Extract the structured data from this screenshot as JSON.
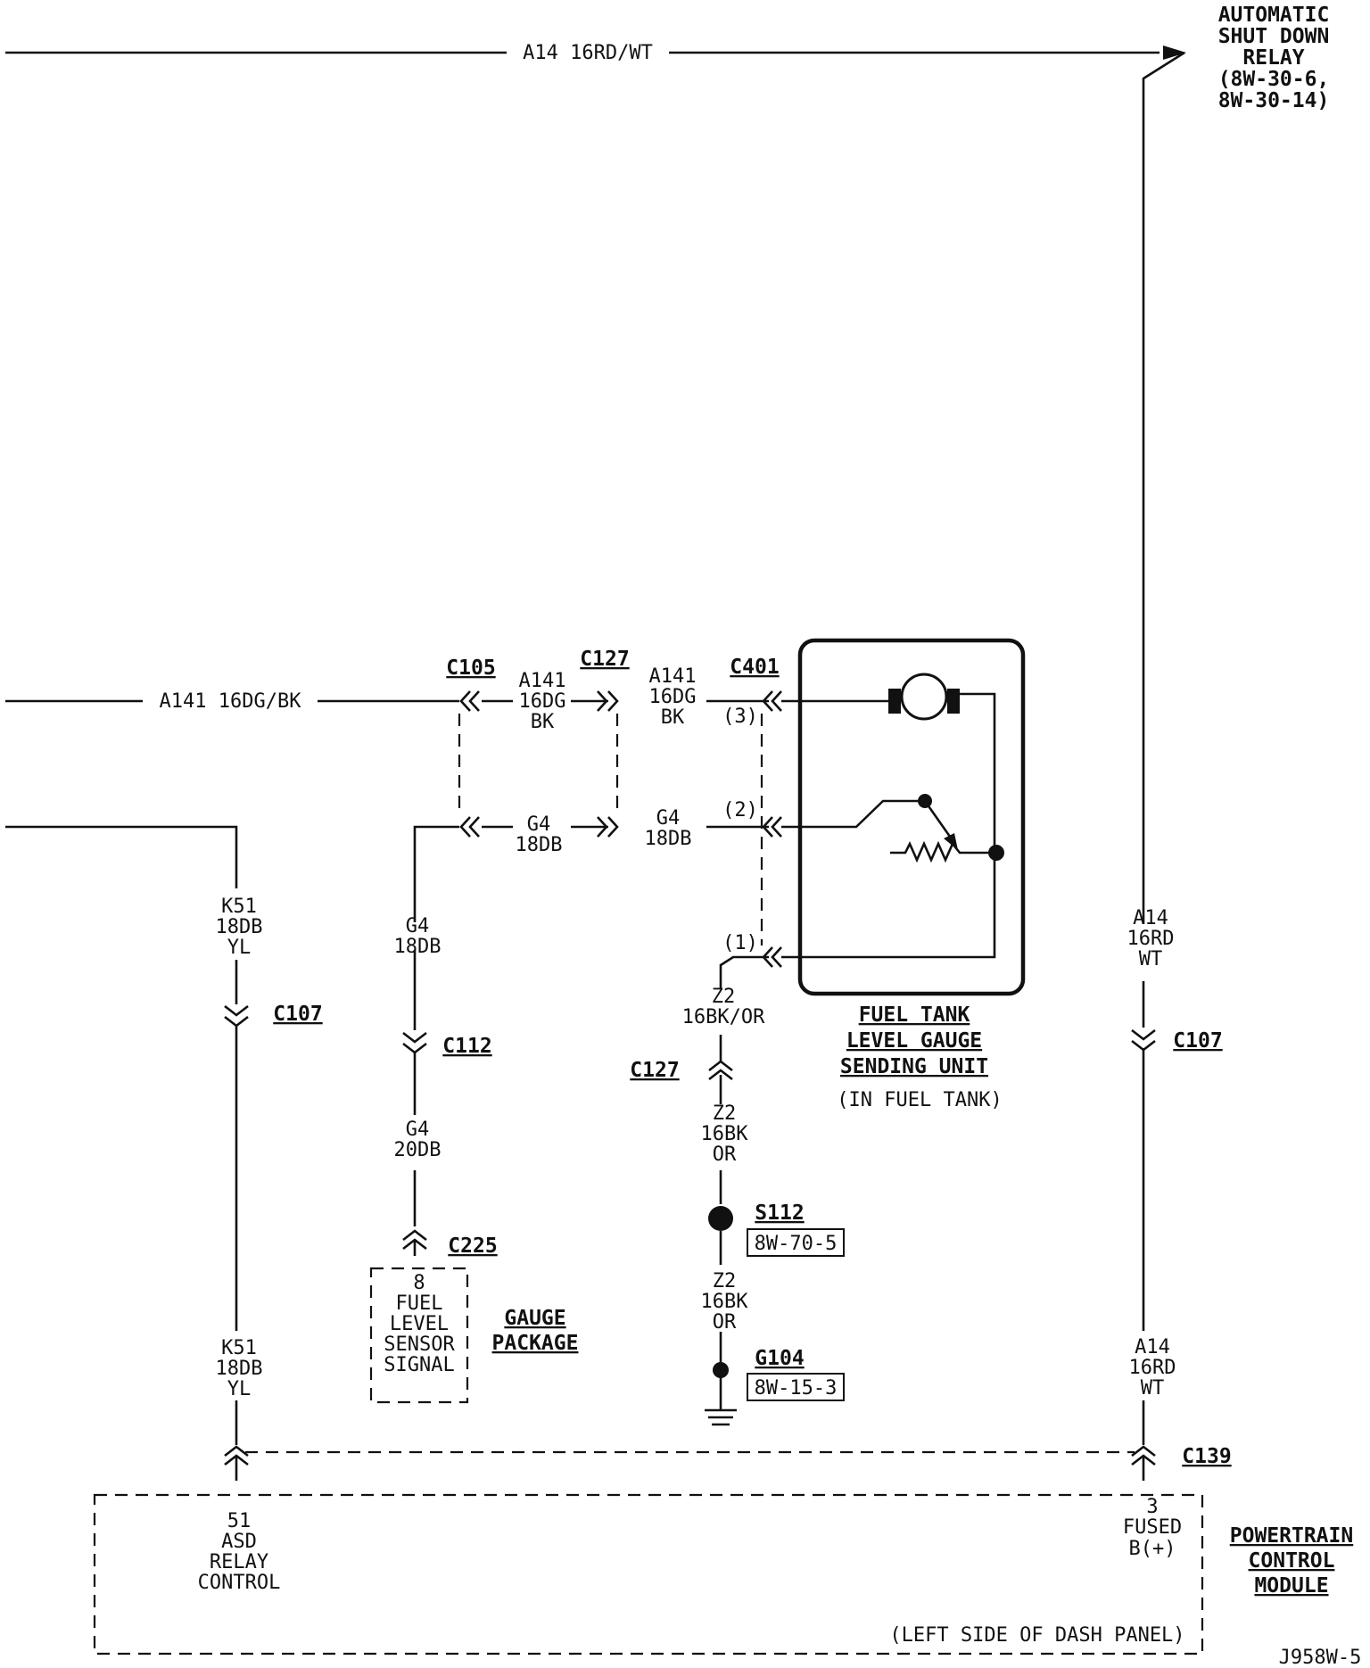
{
  "relay": {
    "name_lines": [
      "AUTOMATIC",
      "SHUT DOWN",
      "RELAY"
    ],
    "ref_lines": [
      "(8W-30-6,",
      "8W-30-14)"
    ]
  },
  "wires": {
    "a14_top": "A14  16RD/WT",
    "a141_left": "A141  16DG/BK",
    "a141_c105_lines": [
      "A141",
      "16DG",
      "BK"
    ],
    "a141_c127_lines": [
      "A141",
      "16DG",
      "BK"
    ],
    "g4_c105": [
      "G4",
      "18DB"
    ],
    "g4_c127": [
      "G4",
      "18DB"
    ],
    "k51_upper": [
      "K51",
      "18DB",
      "YL"
    ],
    "k51_lower": [
      "K51",
      "18DB",
      "YL"
    ],
    "g4_upper": [
      "G4",
      "18DB"
    ],
    "g4_lower": [
      "G4",
      "20DB"
    ],
    "z2_a": [
      "Z2",
      "16BK/OR"
    ],
    "z2_b": [
      "Z2",
      "16BK",
      "OR"
    ],
    "z2_c": [
      "Z2",
      "16BK",
      "OR"
    ],
    "a14_upper": [
      "A14",
      "16RD",
      "WT"
    ],
    "a14_lower": [
      "A14",
      "16RD",
      "WT"
    ]
  },
  "connectors": {
    "c105": "C105",
    "c127_top": "C127",
    "c401": "C401",
    "c107_left": "C107",
    "c107_right": "C107",
    "c112": "C112",
    "c127_z2": "C127",
    "c225": "C225",
    "c139": "C139"
  },
  "pins": {
    "c401_3": "(3)",
    "c401_2": "(2)",
    "c401_1": "(1)",
    "c225_8": "8",
    "c139_3": "3",
    "pcm_51": "51"
  },
  "splice": {
    "id": "S112",
    "ref": "8W-70-5"
  },
  "ground": {
    "id": "G104",
    "ref": "8W-15-3"
  },
  "sending_unit": {
    "name_lines": [
      "FUEL TANK",
      "LEVEL GAUGE",
      "SENDING UNIT"
    ],
    "location": "(IN FUEL TANK)"
  },
  "gauge_package": {
    "name_lines": [
      "GAUGE",
      "PACKAGE"
    ],
    "terminal_lines": [
      "FUEL",
      "LEVEL",
      "SENSOR",
      "SIGNAL"
    ]
  },
  "pcm": {
    "name_lines": [
      "POWERTRAIN",
      "CONTROL",
      "MODULE"
    ],
    "asd_lines": [
      "ASD",
      "RELAY",
      "CONTROL"
    ],
    "fused_lines": [
      "FUSED",
      "B(+)"
    ],
    "location": "(LEFT SIDE OF DASH PANEL)"
  },
  "figure_id": "J958W-5"
}
